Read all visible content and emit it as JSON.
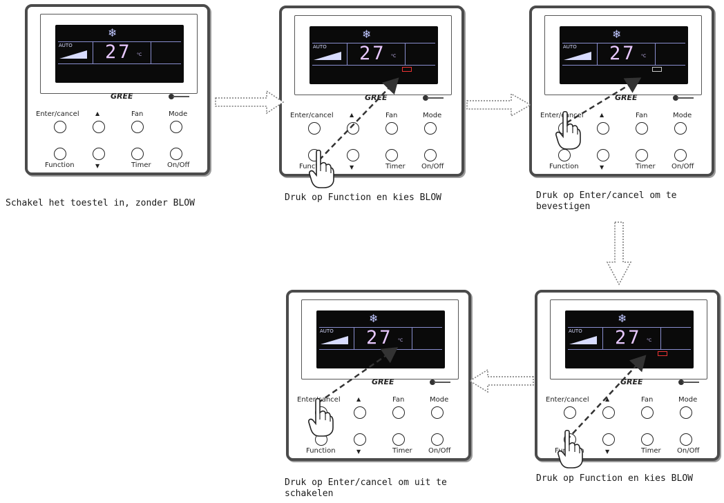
{
  "display": {
    "snowflake": "❄",
    "mode_label": "AUTO",
    "temperature": "27",
    "unit": "°C"
  },
  "brand": {
    "logo_text": "GREE"
  },
  "buttons": {
    "enter_cancel": "Enter/cancel",
    "up": "▲",
    "fan": "Fan",
    "mode": "Mode",
    "function": "Function",
    "down": "▼",
    "timer": "Timer",
    "on_off": "On/Off"
  },
  "steps": [
    {
      "caption": "Schakel het toestel in, zonder BLOW",
      "blow_indicator": "off",
      "pressed_button": "none"
    },
    {
      "caption": "Druk op Function en kies BLOW",
      "blow_indicator": "highlighted",
      "pressed_button": "function"
    },
    {
      "caption": "Druk op Enter/cancel om te bevestigen",
      "blow_indicator": "on",
      "pressed_button": "enter_cancel"
    },
    {
      "caption": "Druk op Function en kies BLOW",
      "blow_indicator": "highlighted",
      "pressed_button": "function"
    },
    {
      "caption": "Druk op Enter/cancel om uit te schakelen",
      "blow_indicator": "off",
      "pressed_button": "enter_cancel"
    }
  ],
  "arrow_style": "dotted-outline",
  "colors": {
    "lcd_background": "#0a0a0a",
    "lcd_text": "#e8c8ff",
    "blow_highlight": "#e33333",
    "panel_border": "#4b4b4b"
  }
}
